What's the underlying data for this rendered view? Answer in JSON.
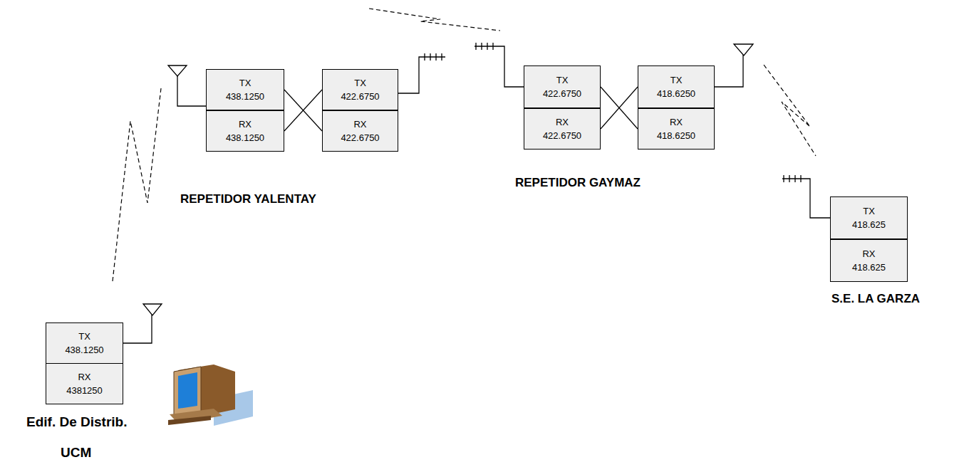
{
  "diagram": {
    "nodes": [
      {
        "text": [
          "TX",
          "438.1250"
        ]
      },
      {
        "text": [
          "RX",
          "438.1250"
        ]
      },
      {
        "text": [
          "TX",
          "422.6750"
        ]
      },
      {
        "text": [
          "RX",
          "422.6750"
        ]
      },
      {
        "text": [
          "TX",
          "422.6750"
        ]
      },
      {
        "text": [
          "RX",
          "422.6750"
        ]
      },
      {
        "text": [
          "TX",
          "418.6250"
        ]
      },
      {
        "text": [
          "RX",
          "418.6250"
        ]
      },
      {
        "text": [
          "TX",
          "418.625"
        ]
      },
      {
        "text": [
          "RX",
          "418.625"
        ]
      },
      {
        "text": [
          "TX",
          "438.1250"
        ]
      },
      {
        "text": [
          "RX",
          "4381250"
        ]
      }
    ],
    "edges": [
      {
        "from": 0,
        "to": 3,
        "arrow": "none"
      },
      {
        "from": 1,
        "to": 2,
        "arrow": "none"
      },
      {
        "from": 4,
        "to": 7,
        "arrow": "none"
      },
      {
        "from": 5,
        "to": 6,
        "arrow": "none"
      }
    ],
    "labels": [
      "REPETIDOR YALENTAY",
      "REPETIDOR GAYMAZ",
      "S.E. LA GARZA",
      "Edif. De Distrib.",
      "UCM"
    ]
  }
}
